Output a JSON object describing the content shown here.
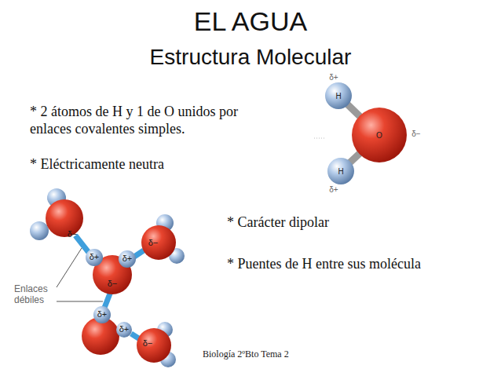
{
  "diagram": {
    "title": "EL AGUA",
    "nodes": [
      {
        "text": [
          "H"
        ]
      },
      {
        "text": [
          "O"
        ]
      },
      {
        "text": [
          "H"
        ]
      }
    ],
    "edges": [
      {
        "from": 1,
        "to": 0,
        "arrow": "none"
      },
      {
        "from": 1,
        "to": 2,
        "arrow": "none"
      }
    ],
    "labels": [
      "Estructura Molecular",
      "* 2 átomos de H y 1 de O unidos por enlaces covalentes simples.",
      "* Eléctricamente neutra",
      "δ+",
      "δ−",
      "δ+",
      "* Carácter dipolar",
      "* Puentes de H entre sus molécula",
      "δ−",
      "δ+",
      "δ+",
      "δ−",
      "δ−",
      "δ+",
      "δ+",
      "δ−",
      "Enlaces débiles",
      "Biología 2ºBto Tema 2"
    ]
  }
}
